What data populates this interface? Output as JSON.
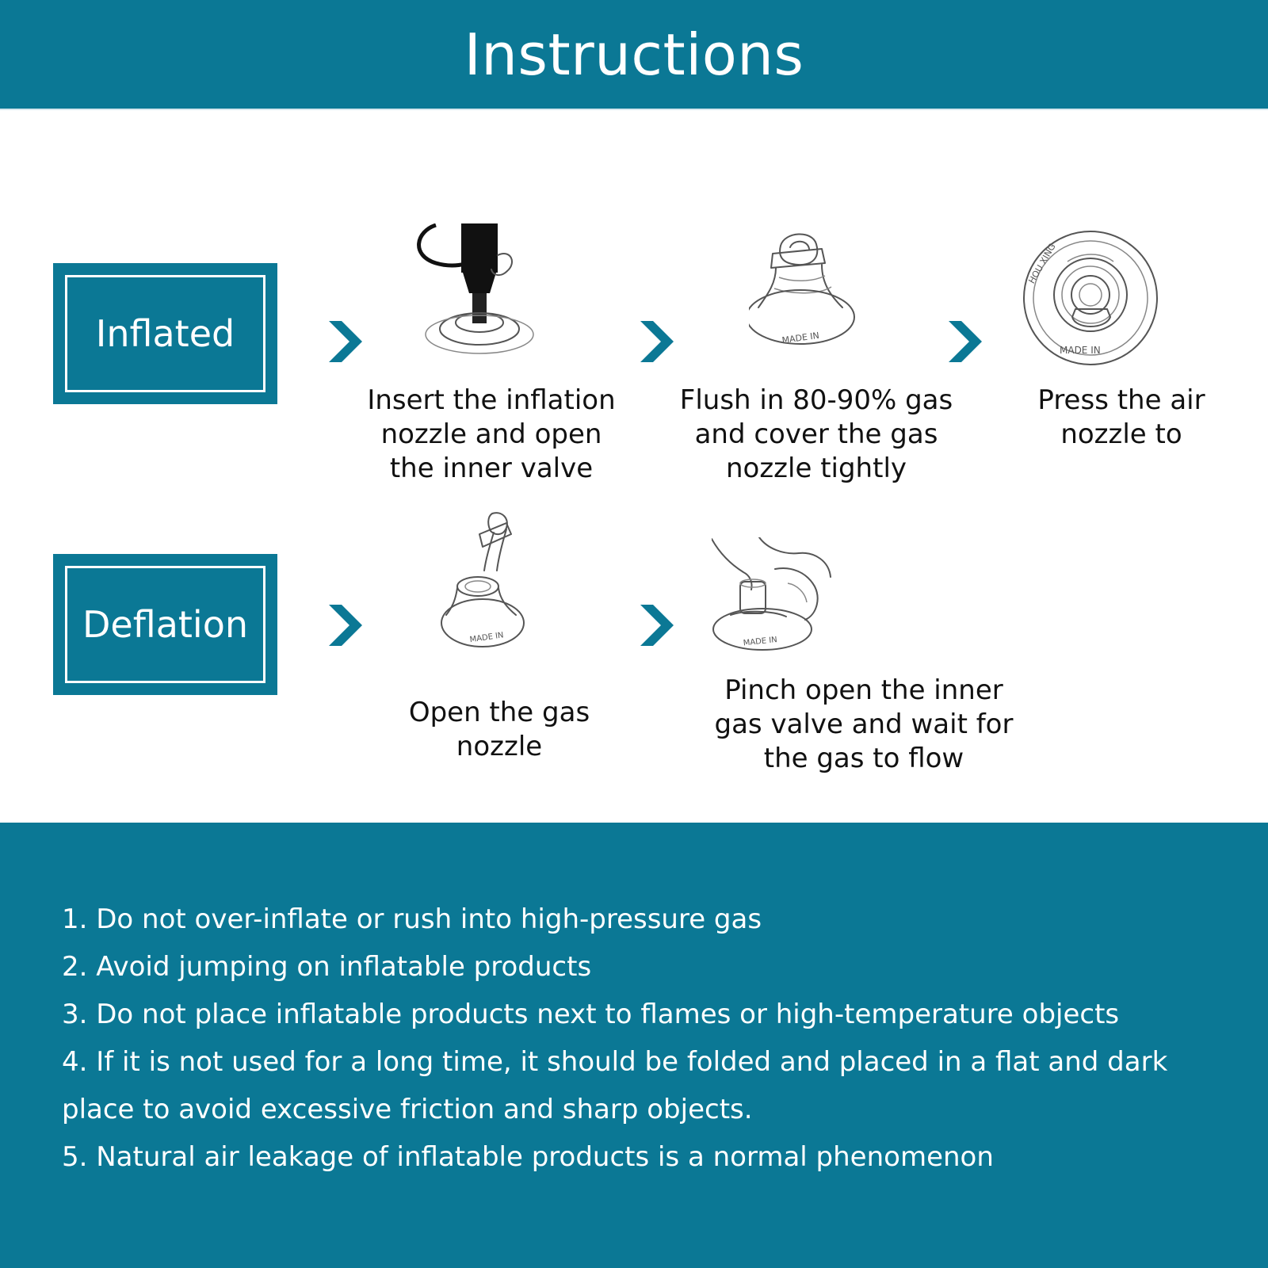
{
  "header": {
    "title": "Instructions"
  },
  "sections": {
    "inflated": {
      "label": "Inflated",
      "steps": [
        {
          "caption_lines": [
            "Insert the inflation",
            "nozzle and open",
            "the inner valve"
          ]
        },
        {
          "caption_lines": [
            "Flush in 80-90% gas",
            "and cover the gas",
            "nozzle tightly"
          ]
        },
        {
          "caption_lines": [
            "Press the air",
            "nozzle to"
          ]
        }
      ]
    },
    "deflation": {
      "label": "Deflation",
      "steps": [
        {
          "caption_lines": [
            "Open the gas",
            "nozzle"
          ]
        },
        {
          "caption_lines": [
            "Pinch open the inner",
            "gas valve and wait for",
            "the gas to flow"
          ]
        }
      ]
    }
  },
  "valve_stamp": {
    "line1": "MADE IN",
    "line2": "HOU XING"
  },
  "notes": [
    "1. Do not over-inflate or rush into high-pressure gas",
    "2. Avoid jumping on inflatable products",
    "3. Do not place inflatable products next to flames or high-temperature objects",
    "4. If it is not used for a long time, it should be folded and placed in a flat and dark place to avoid excessive friction and sharp objects.",
    "5. Natural air leakage of inflatable products is a normal phenomenon"
  ],
  "colors": {
    "primary": "#0b7895",
    "text": "#111111",
    "on_primary": "#ffffff"
  },
  "icons": {
    "arrow": "chevron-right-icon"
  }
}
